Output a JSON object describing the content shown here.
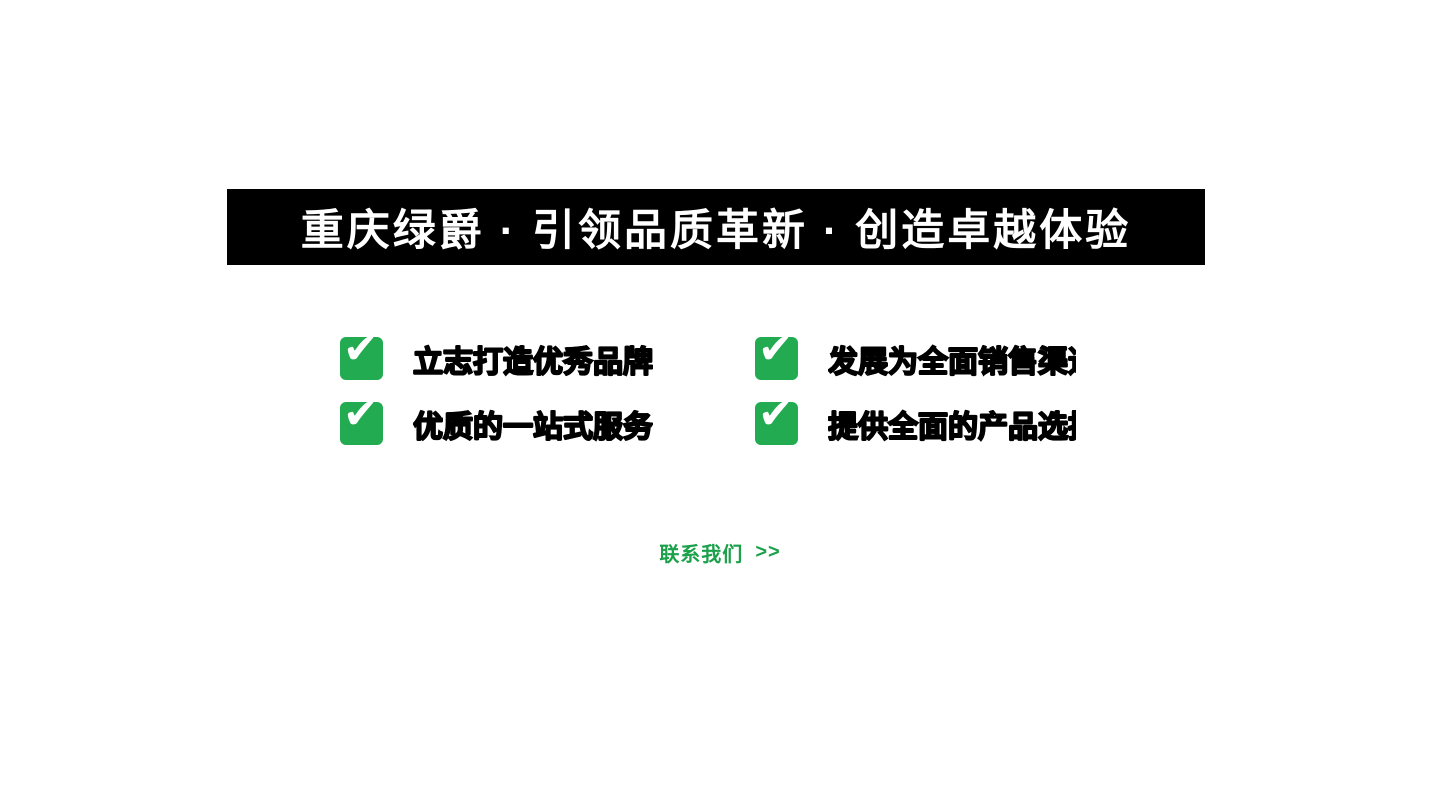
{
  "banner": {
    "title": "重庆绿爵 · 引领品质革新 · 创造卓越体验",
    "bg_color": "#000000",
    "text_color": "#ffffff"
  },
  "features": {
    "icon_color": "#22AB50",
    "check_glyph": "✔",
    "items": [
      {
        "label": "立志打造优秀品牌",
        "icon": "check-icon"
      },
      {
        "label": "发展为全面销售渠道",
        "icon": "check-icon"
      },
      {
        "label": "优质的一站式服务",
        "icon": "check-icon"
      },
      {
        "label": "提供全面的产品选择",
        "icon": "check-icon"
      }
    ]
  },
  "contact": {
    "label": "联系我们",
    "arrow": ">>",
    "color": "#1CA14B"
  }
}
